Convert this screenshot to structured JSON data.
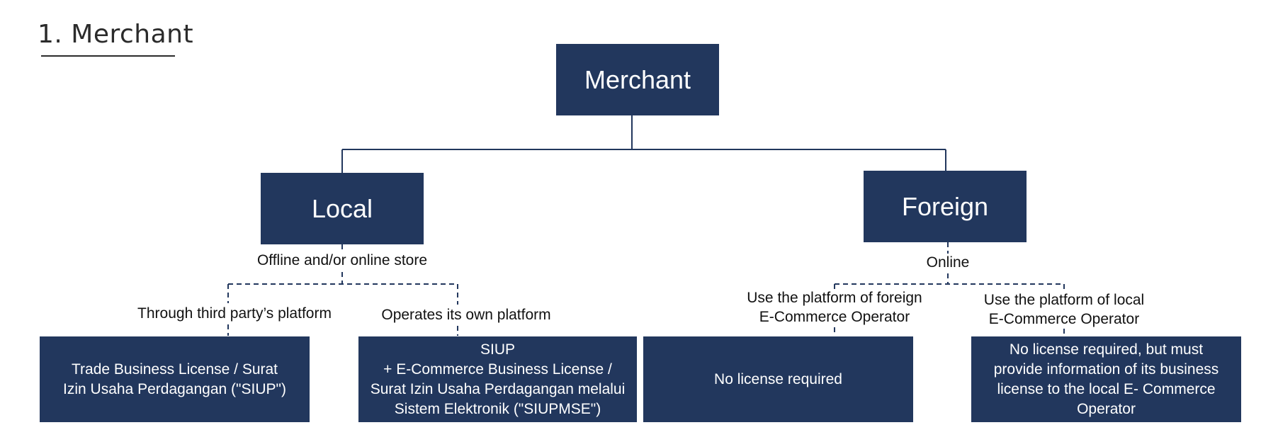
{
  "heading": "1. Merchant",
  "colors": {
    "box": "#22375d",
    "line": "#22375d",
    "text": "#111111"
  },
  "nodes": {
    "root": "Merchant",
    "local": "Local",
    "foreign": "Foreign"
  },
  "labels": {
    "local_channel": "Offline and/or online store",
    "third_party": "Through third party’s platform",
    "own_platform": "Operates its own platform",
    "foreign_channel": "Online",
    "foreign_platform": "Use the platform of foreign\nE-Commerce Operator",
    "local_platform": "Use the platform of local\nE-Commerce Operator"
  },
  "leaves": {
    "siup": "Trade Business License / Surat\nIzin Usaha Perdagangan (\"SIUP\")",
    "siupmse": "SIUP\n+ E-Commerce Business License /\nSurat Izin Usaha Perdagangan melalui\nSistem Elektronik (\"SIUPMSE\")",
    "no_license": "No license required",
    "info_required": "No license required, but must\nprovide information of its business\nlicense to the local E- Commerce\nOperator"
  }
}
